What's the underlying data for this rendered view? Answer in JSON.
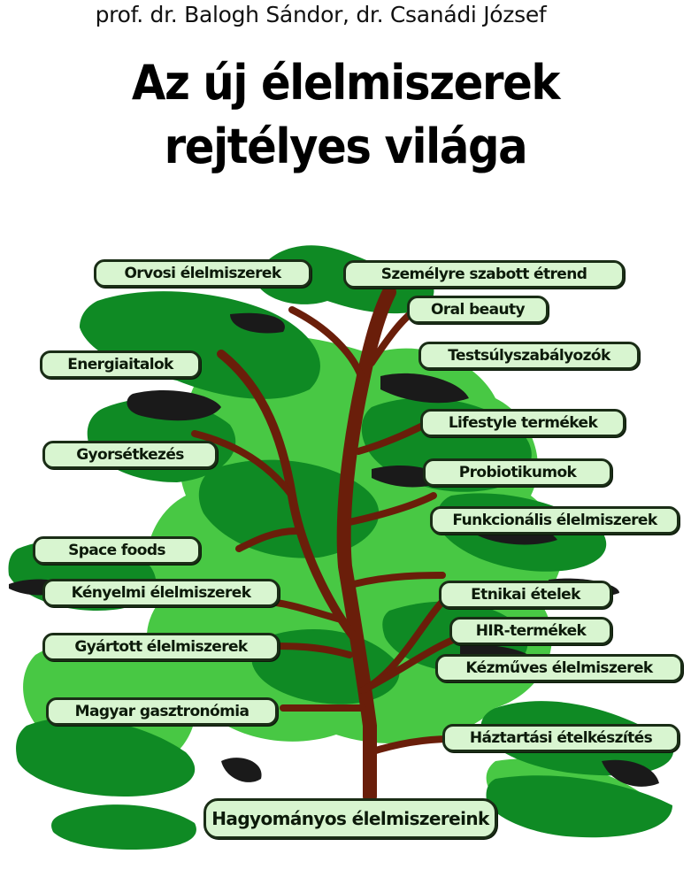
{
  "header": {
    "authors": "prof. dr. Balogh Sándor, dr. Csanádi József",
    "title_line1": "Az új élelmiszerek",
    "title_line2": "rejtélyes világa"
  },
  "colors": {
    "dark_green": "#0f8a24",
    "light_green": "#48c844",
    "trunk_brown": "#6a1e0a",
    "shadow_black": "#1a1a1a",
    "label_fill": "#d8f5d0",
    "label_border": "#1a2d16"
  },
  "tree": {
    "root_label": "Hagyományos élelmiszereink",
    "left_labels": [
      "Orvosi élelmiszerek",
      "Energiaitalok",
      "Gyorsétkezés",
      "Space foods",
      "Kényelmi élelmiszerek",
      "Gyártott élelmiszerek",
      "Magyar gasztronómia"
    ],
    "right_labels": [
      "Személyre szabott étrend",
      "Oral beauty",
      "Testsúlyszabályozók",
      "Lifestyle termékek",
      "Probiotikumok",
      "Funkcionális élelmiszerek",
      "Etnikai ételek",
      "HIR-termékek",
      "Kézműves élelmiszerek",
      "Háztartási ételkészítés"
    ]
  }
}
